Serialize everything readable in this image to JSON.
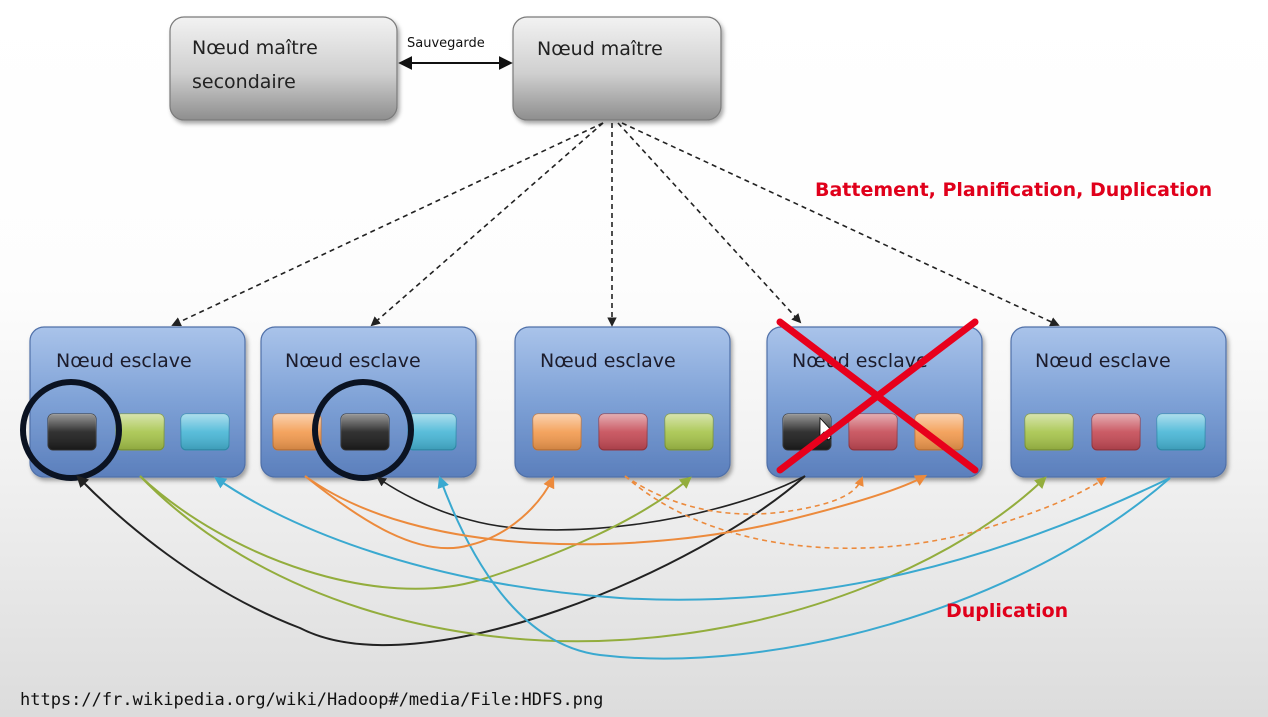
{
  "masters": {
    "secondary": {
      "line1": "Nœud maître",
      "line2": "secondaire"
    },
    "primary": {
      "label": "Nœud maître"
    },
    "backup_label": "Sauvegarde"
  },
  "slaves": [
    {
      "label": "Nœud esclave",
      "blocks": [
        "black",
        "green",
        "cyan"
      ],
      "highlighted_block": 0,
      "failed": false
    },
    {
      "label": "Nœud esclave",
      "blocks": [
        "orange",
        "black",
        "cyan"
      ],
      "highlighted_block": 1,
      "failed": false
    },
    {
      "label": "Nœud esclave",
      "blocks": [
        "orange",
        "red",
        "green"
      ],
      "highlighted_block": null,
      "failed": false
    },
    {
      "label": "Nœud esclave",
      "blocks": [
        "black",
        "red",
        "orange"
      ],
      "highlighted_block": null,
      "failed": true
    },
    {
      "label": "Nœud esclave",
      "blocks": [
        "green",
        "red",
        "cyan"
      ],
      "highlighted_block": null,
      "failed": false
    }
  ],
  "annotations": {
    "control": "Battement, Planification, Duplication",
    "replication": "Duplication"
  },
  "source": "https://fr.wikipedia.org/wiki/Hadoop#/media/File:HDFS.png",
  "colors": {
    "black": "#1c1c1c",
    "green": "#a6c44a",
    "cyan": "#47b6d6",
    "orange": "#f39a4e",
    "red": "#c54a55",
    "accent_red": "#e0001b",
    "slave_fill": "#7ea1d6"
  }
}
